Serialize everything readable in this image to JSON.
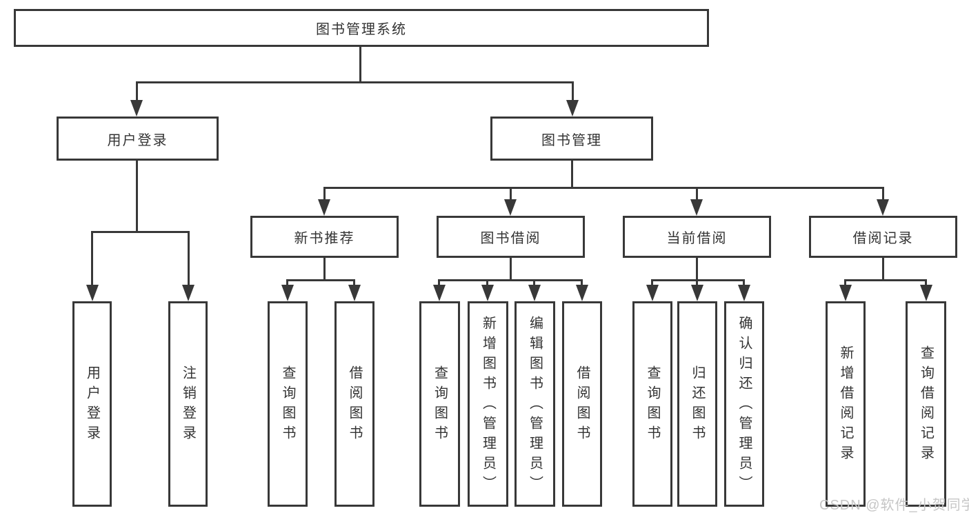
{
  "tree": {
    "root": {
      "label": "图书管理系统"
    },
    "user_branch": {
      "label": "用户登录",
      "children": [
        {
          "label": "用户登录"
        },
        {
          "label": "注销登录"
        }
      ]
    },
    "book_branch": {
      "label": "图书管理",
      "groups": [
        {
          "label": "新书推荐",
          "children": [
            {
              "label": "查询图书"
            },
            {
              "label": "借阅图书"
            }
          ]
        },
        {
          "label": "图书借阅",
          "children": [
            {
              "label": "查询图书"
            },
            {
              "label": "新增图书（管理员）"
            },
            {
              "label": "编辑图书（管理员）"
            },
            {
              "label": "借阅图书"
            }
          ]
        },
        {
          "label": "当前借阅",
          "children": [
            {
              "label": "查询图书"
            },
            {
              "label": "归还图书"
            },
            {
              "label": "确认归还（管理员）"
            }
          ]
        },
        {
          "label": "借阅记录",
          "children": [
            {
              "label": "新增借阅记录"
            },
            {
              "label": "查询借阅记录"
            }
          ]
        }
      ]
    }
  },
  "watermark": "CSDN @软件_小贺同学",
  "colors": {
    "line": "#383838",
    "text": "#333333",
    "watermark": "#c6c6c6",
    "background": "#ffffff"
  }
}
